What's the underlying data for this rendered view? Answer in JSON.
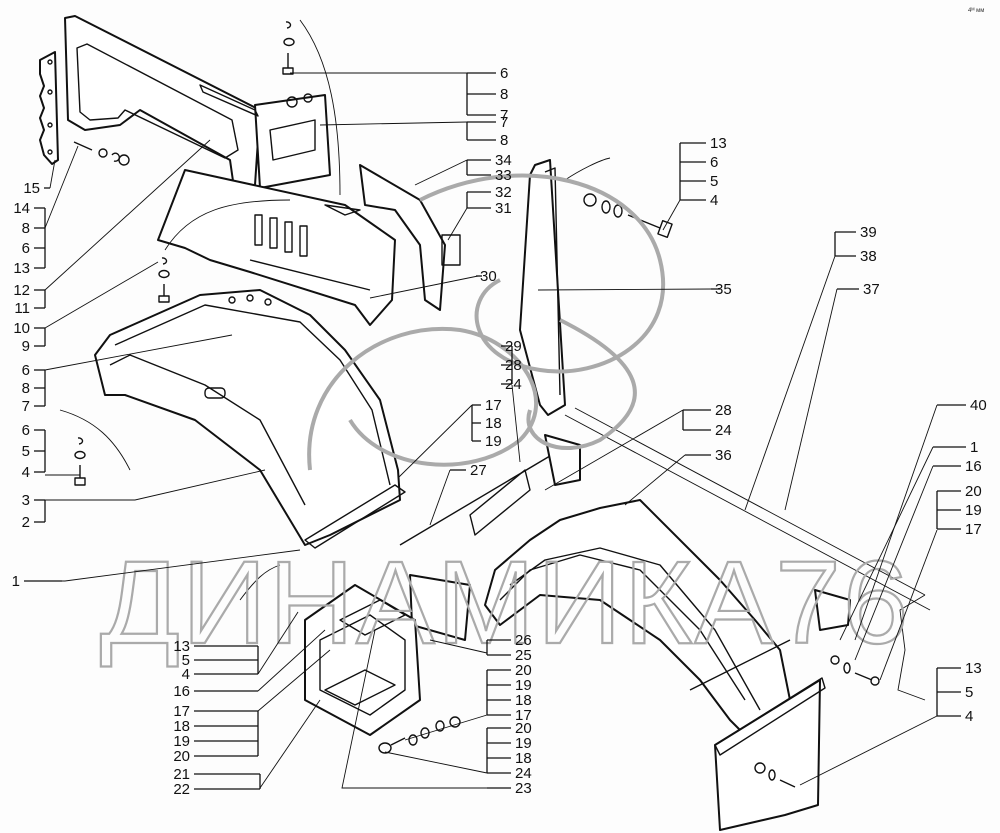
{
  "diagram": {
    "type": "exploded-parts-view",
    "subject": "Tractor fenders (крылья) assembly",
    "corner_mark": "4ᴹ ᴍᴍ",
    "watermark": "ДИНАМИКА76",
    "callout_groups": [
      {
        "id": "g-top-bolt",
        "labels": [
          "6",
          "8",
          "7"
        ]
      },
      {
        "id": "g-bracket",
        "labels": [
          "7",
          "8"
        ]
      },
      {
        "id": "g-34-33",
        "labels": [
          "34",
          "33"
        ]
      },
      {
        "id": "g-32-31",
        "labels": [
          "32",
          "31"
        ]
      },
      {
        "id": "g-30",
        "labels": [
          "30"
        ]
      },
      {
        "id": "g-right-bolt",
        "labels": [
          "13",
          "6",
          "5",
          "4"
        ]
      },
      {
        "id": "g-35",
        "labels": [
          "35"
        ]
      },
      {
        "id": "g-39-38",
        "labels": [
          "39",
          "38"
        ]
      },
      {
        "id": "g-37",
        "labels": [
          "37"
        ]
      },
      {
        "id": "g-left-plate",
        "labels": [
          "15"
        ]
      },
      {
        "id": "g-left-stud",
        "labels": [
          "14",
          "8",
          "6",
          "13"
        ]
      },
      {
        "id": "g-12-11",
        "labels": [
          "12",
          "11"
        ]
      },
      {
        "id": "g-10-9",
        "labels": [
          "10",
          "9"
        ]
      },
      {
        "id": "g-6-8-7",
        "labels": [
          "6",
          "8",
          "7"
        ]
      },
      {
        "id": "g-6-5-4",
        "labels": [
          "6",
          "5",
          "4"
        ]
      },
      {
        "id": "g-3-2",
        "labels": [
          "3",
          "2"
        ]
      },
      {
        "id": "g-29-28-24",
        "labels": [
          "29",
          "28",
          "24"
        ]
      },
      {
        "id": "g-17-18-19",
        "labels": [
          "17",
          "18",
          "19"
        ]
      },
      {
        "id": "g-27",
        "labels": [
          "27"
        ]
      },
      {
        "id": "g-28-24",
        "labels": [
          "28",
          "24"
        ]
      },
      {
        "id": "g-36",
        "labels": [
          "36"
        ]
      },
      {
        "id": "g-40",
        "labels": [
          "40"
        ]
      },
      {
        "id": "g-1-right",
        "labels": [
          "1"
        ]
      },
      {
        "id": "g-16-right",
        "labels": [
          "16"
        ]
      },
      {
        "id": "g-20-19-17",
        "labels": [
          "20",
          "19",
          "17"
        ]
      },
      {
        "id": "g-13-5-4-right",
        "labels": [
          "13",
          "5",
          "4"
        ]
      },
      {
        "id": "g-1-left",
        "labels": [
          "1"
        ]
      },
      {
        "id": "g-13-5-4-left",
        "labels": [
          "13",
          "5",
          "4"
        ]
      },
      {
        "id": "g-16-left",
        "labels": [
          "16"
        ]
      },
      {
        "id": "g-17-20-left",
        "labels": [
          "17",
          "18",
          "19",
          "20"
        ]
      },
      {
        "id": "g-21-22",
        "labels": [
          "21",
          "22"
        ]
      },
      {
        "id": "g-26-25",
        "labels": [
          "26",
          "25"
        ]
      },
      {
        "id": "g-20-17-mid",
        "labels": [
          "20",
          "19",
          "18",
          "17"
        ]
      },
      {
        "id": "g-20-24-mid",
        "labels": [
          "20",
          "19",
          "18",
          "24"
        ]
      },
      {
        "id": "g-23",
        "labels": [
          "23"
        ]
      }
    ]
  }
}
